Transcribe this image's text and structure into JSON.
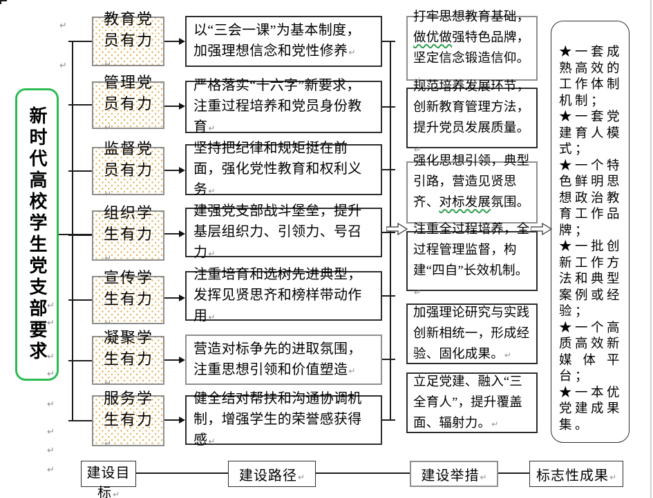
{
  "colors": {
    "accent_green": "#2ABB4F",
    "gray_box_border": "#8d8d8d",
    "dot_fill": "#dcae62",
    "spellcheck_green": "#2e9e4f"
  },
  "title_box": {
    "text": "新时代高校学生党支部要求"
  },
  "duties": {
    "items": [
      "教育党员有力",
      "管理党员有力",
      "监督党员有力",
      "组织学生有力",
      "宣传学生有力",
      "凝聚学生有力",
      "服务学生有力"
    ]
  },
  "paths": {
    "items": [
      "以“三会一课”为基本制度，加强理想信念和党性修养",
      "严格落实“十六字”新要求，注重过程培养和党员身份教育",
      "坚持把纪律和规矩挺在前面，强化党性教育和权利义务",
      "建强党支部战斗堡垒，提升基层组织力、引领力、号召力",
      "注重培育和选树先进典型，发挥见贤思齐和榜样带动作用",
      "营造对标争先的进取氛围，注重思想引领和价值塑造",
      "健全结对帮扶和沟通协调机制，增强学生的荣誉感获得感"
    ]
  },
  "measures": {
    "items": [
      {
        "segments": [
          {
            "text": "打牢思想教育基础，",
            "misspelled": false
          },
          {
            "text": "做优做",
            "misspelled": true
          },
          {
            "text": "强特色品牌，坚定信念锻造信仰。",
            "misspelled": false
          }
        ]
      },
      {
        "segments": [
          {
            "text": "规范培养发展环节，创新教育管理方法，提升党员发展质量。",
            "misspelled": false
          }
        ]
      },
      {
        "segments": [
          {
            "text": "强化思想引领，典型引路，营造见贤思齐、",
            "misspelled": false
          },
          {
            "text": "对标发展",
            "misspelled": true
          },
          {
            "text": "氛围。",
            "misspelled": false
          }
        ]
      },
      {
        "segments": [
          {
            "text": "注重全过程培养，全过程管理监督，构建“四自”长效机制。",
            "misspelled": false
          }
        ]
      },
      {
        "segments": [
          {
            "text": "加强理论研究与实践创新相统一，形成经验、固化成果。",
            "misspelled": false
          }
        ]
      },
      {
        "segments": [
          {
            "text": "立足党建、融入“三全育人”，提升覆盖面、辐射力。",
            "misspelled": false
          }
        ]
      }
    ]
  },
  "outcomes": {
    "items": [
      "★一套成熟高效的工作体制机制；",
      "★一套党建育人模式；",
      "★一个特色鲜明思想政治教育工作品牌；",
      "★一批创新工作方法和典型案例或经验；",
      "★一个高质高效新媒体平台；",
      "★一本优党建成果集。"
    ]
  },
  "legend": {
    "items": [
      "建设目标",
      "建设路径",
      "建设举措",
      "标志性成果"
    ]
  },
  "marks": {
    "return_char": "↵"
  }
}
